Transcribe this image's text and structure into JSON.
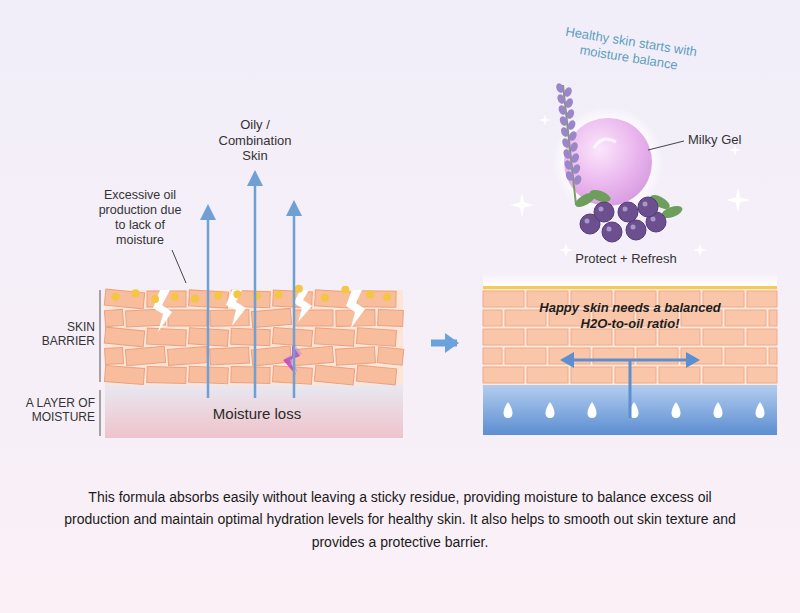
{
  "diagram": {
    "caption": "This formula absorbs easily without leaving a sticky residue, providing moisture to balance excess oil production and maintain optimal hydration levels for healthy skin. It also helps to smooth out skin texture and provides a protective barrier.",
    "nodes": [
      {
        "text": [
          "Moisture loss"
        ]
      },
      {
        "text": [
          "Happy skin needs a balanced H2O-to-oil ratio!"
        ]
      }
    ],
    "edges": [
      {
        "from": 0,
        "to": 1,
        "arrow": "to"
      }
    ],
    "labels": [
      "Oily / Combination Skin",
      "Excessive oil production due to lack of moisture",
      "SKIN BARRIER",
      "A LAYER OF MOISTURE",
      "Healthy skin starts with moisture balance",
      "Milky Gel",
      "Protect + Refresh"
    ]
  }
}
